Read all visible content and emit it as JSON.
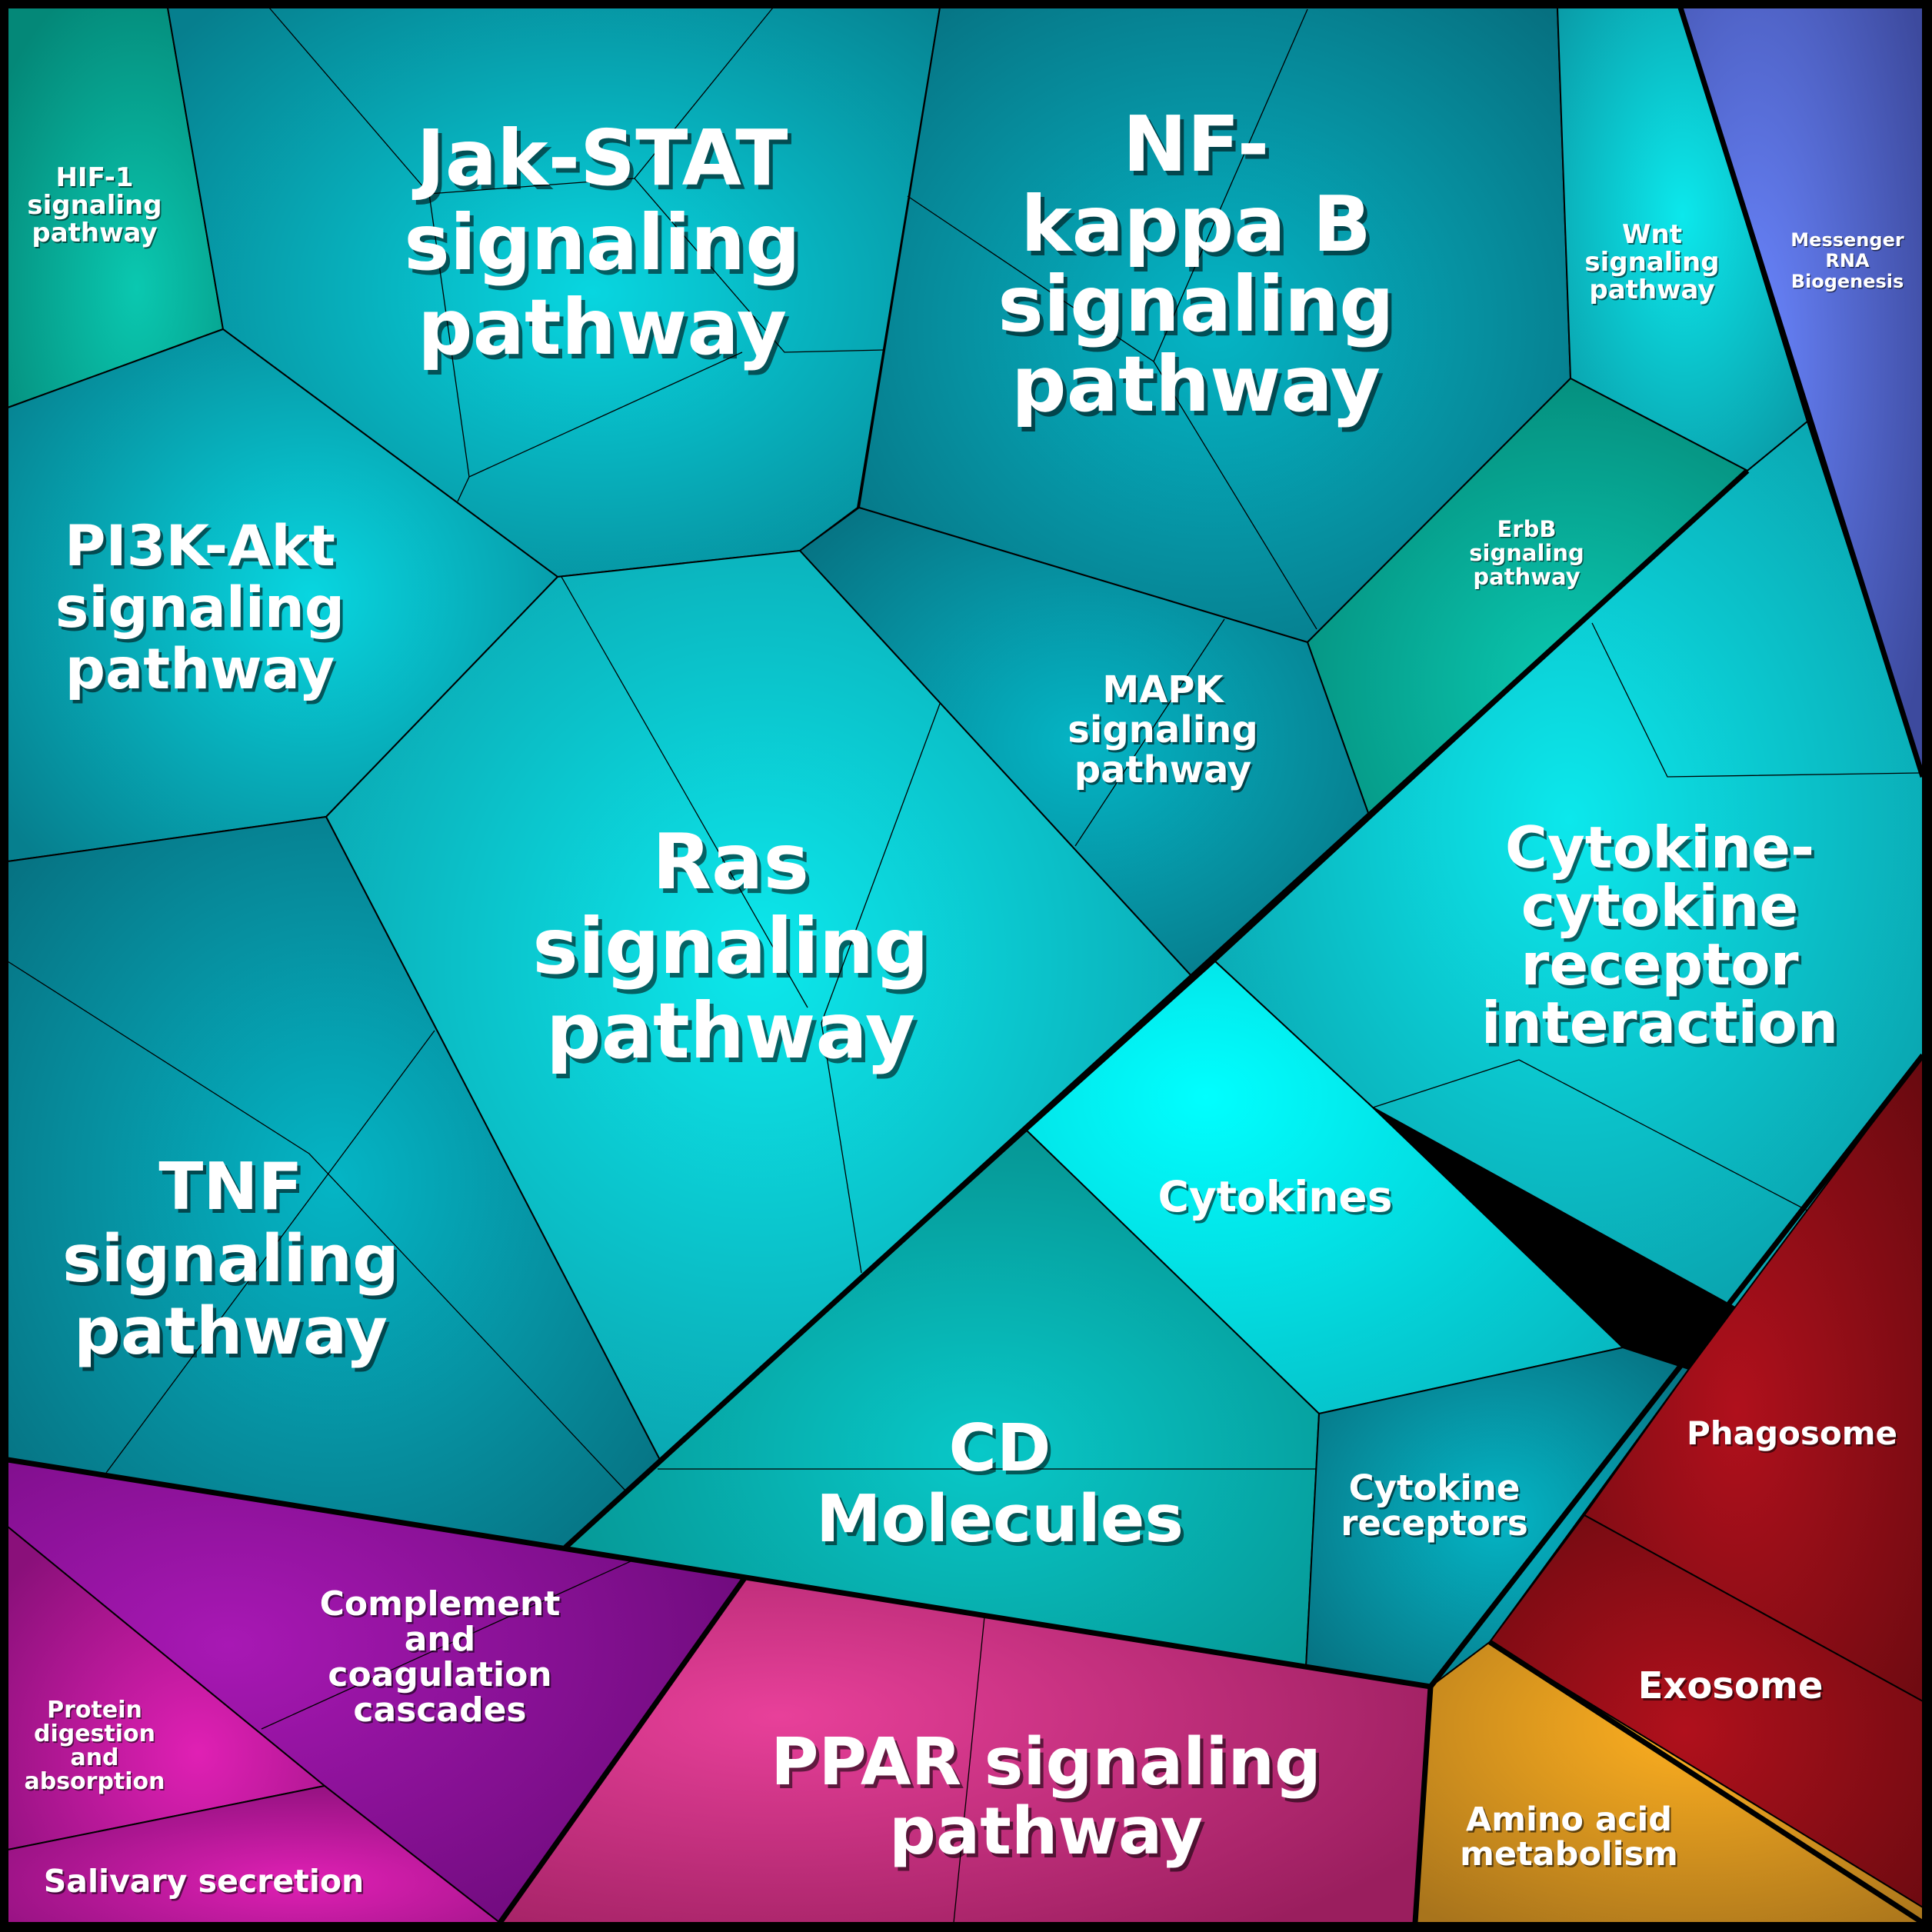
{
  "groups": {
    "signaling": "#00c8d0",
    "rna": "#5070e0",
    "digestion": "#a010a0",
    "ppar": "#c8307a",
    "cellular": "#a01018",
    "amino": "#e0a020"
  },
  "cells": [
    {
      "id": "hif1",
      "lines": [
        "HIF-1",
        "signaling",
        "pathway"
      ]
    },
    {
      "id": "jakstat",
      "lines": [
        "Jak-STAT",
        "signaling",
        "pathway"
      ]
    },
    {
      "id": "nfkb",
      "lines": [
        "NF-",
        "kappa B",
        "signaling",
        "pathway"
      ]
    },
    {
      "id": "wnt",
      "lines": [
        "Wnt",
        "signaling",
        "pathway"
      ]
    },
    {
      "id": "mrna",
      "lines": [
        "Messenger",
        "RNA",
        "Biogenesis"
      ]
    },
    {
      "id": "pi3k",
      "lines": [
        "PI3K-Akt",
        "signaling",
        "pathway"
      ]
    },
    {
      "id": "erbb",
      "lines": [
        "ErbB",
        "signaling",
        "pathway"
      ]
    },
    {
      "id": "mapk",
      "lines": [
        "MAPK",
        "signaling",
        "pathway"
      ]
    },
    {
      "id": "ras",
      "lines": [
        "Ras",
        "signaling",
        "pathway"
      ]
    },
    {
      "id": "cytokine_receptor_interaction",
      "lines": [
        "Cytokine-",
        "cytokine",
        "receptor",
        "interaction"
      ]
    },
    {
      "id": "cytokines",
      "lines": [
        "Cytokines"
      ]
    },
    {
      "id": "tnf",
      "lines": [
        "TNF",
        "signaling",
        "pathway"
      ]
    },
    {
      "id": "cd",
      "lines": [
        "CD",
        "Molecules"
      ]
    },
    {
      "id": "cytokine_receptors",
      "lines": [
        "Cytokine",
        "receptors"
      ]
    },
    {
      "id": "phagosome",
      "lines": [
        "Phagosome"
      ]
    },
    {
      "id": "complement",
      "lines": [
        "Complement",
        "and",
        "coagulation",
        "cascades"
      ]
    },
    {
      "id": "protein_digestion",
      "lines": [
        "Protein",
        "digestion",
        "and",
        "absorption"
      ]
    },
    {
      "id": "salivary",
      "lines": [
        "Salivary secretion"
      ]
    },
    {
      "id": "ppar",
      "lines": [
        "PPAR signaling",
        "pathway"
      ]
    },
    {
      "id": "exosome",
      "lines": [
        "Exosome"
      ]
    },
    {
      "id": "amino",
      "lines": [
        "Amino acid",
        "metabolism"
      ]
    }
  ]
}
